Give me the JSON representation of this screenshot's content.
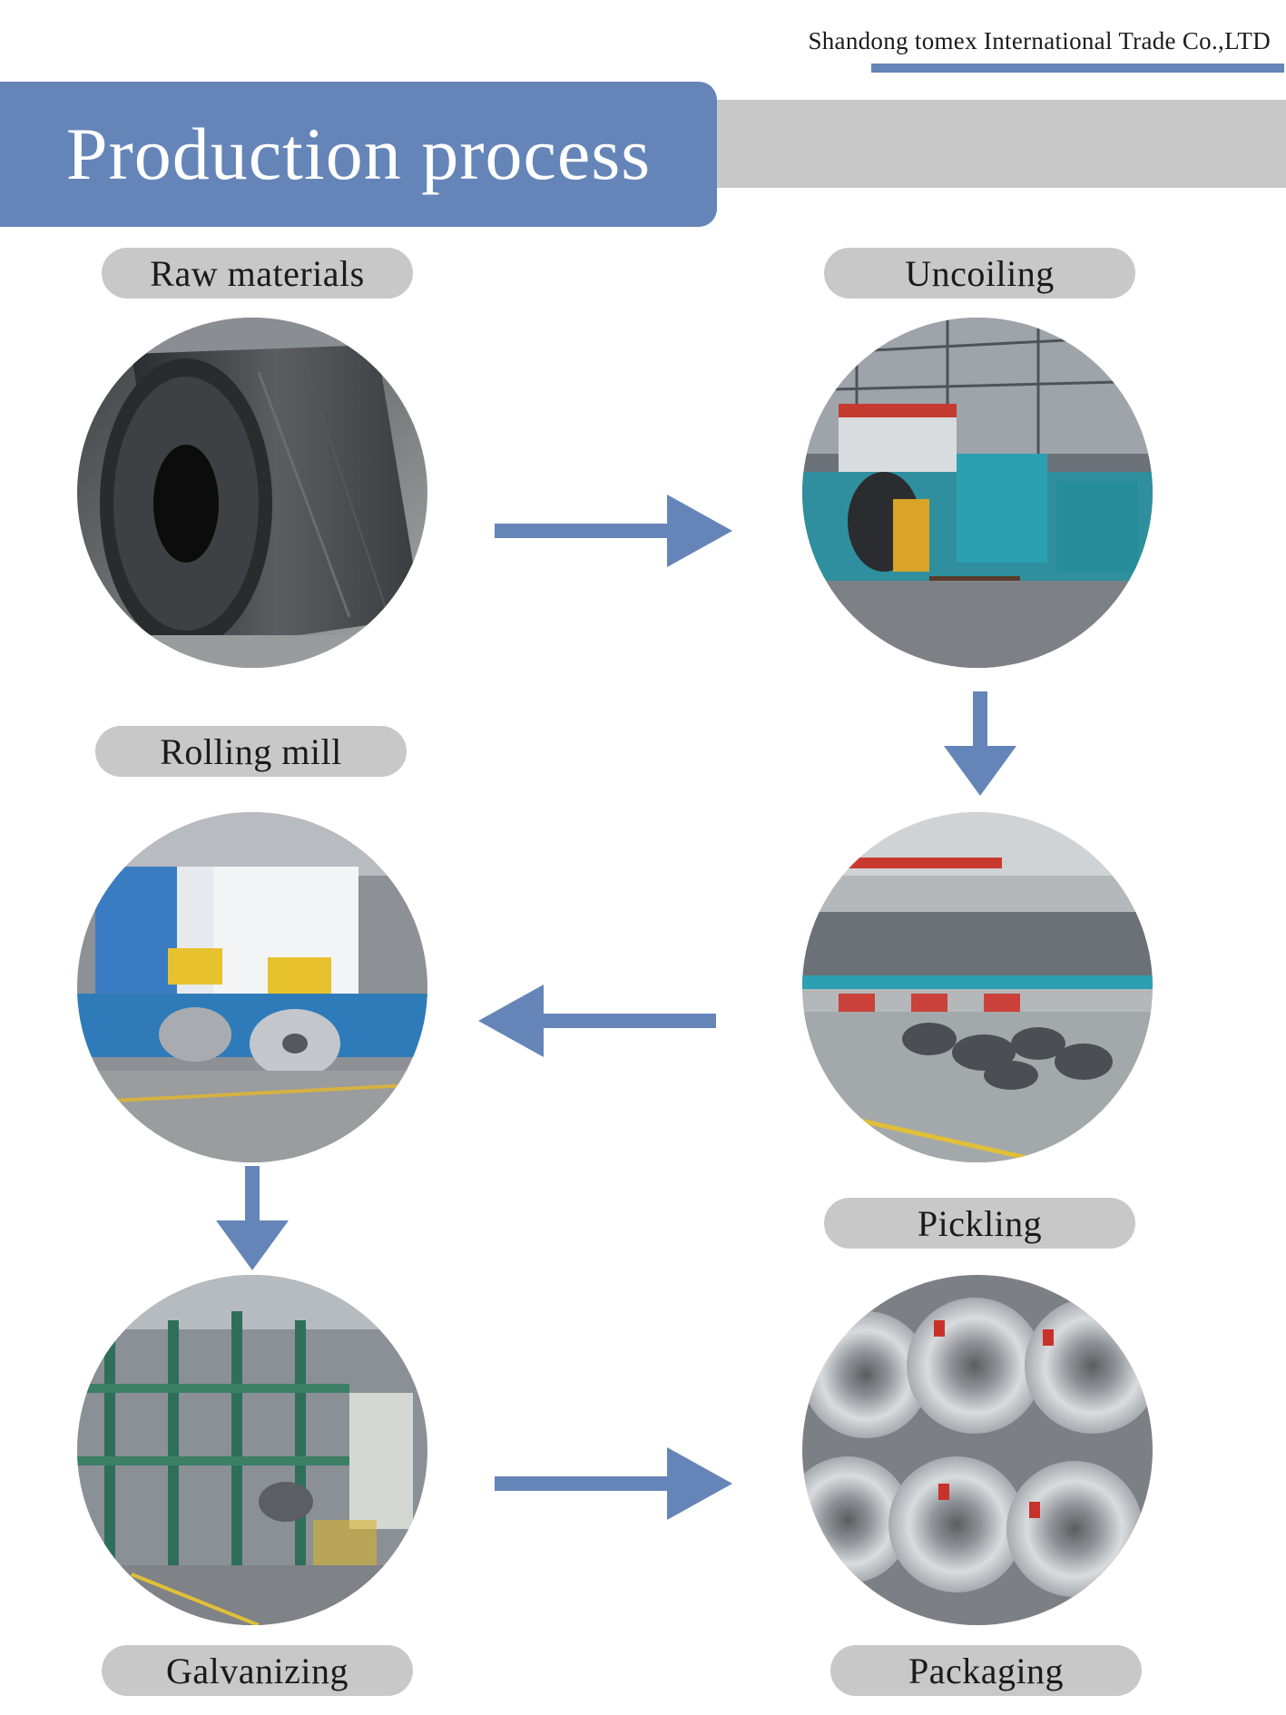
{
  "header": {
    "company": "Shandong tomex International Trade Co.,LTD",
    "title": "Production process"
  },
  "steps": [
    {
      "label": "Raw materials"
    },
    {
      "label": "Uncoiling"
    },
    {
      "label": "Rolling mill"
    },
    {
      "label": "Pickling"
    },
    {
      "label": "Galvanizing"
    },
    {
      "label": "Packaging"
    }
  ],
  "colors": {
    "accent": "#6585b9",
    "pill": "#c8c8c8",
    "bar": "#c8c8c8"
  },
  "icons": [
    "arrow-right-icon",
    "arrow-down-icon",
    "arrow-left-icon"
  ]
}
